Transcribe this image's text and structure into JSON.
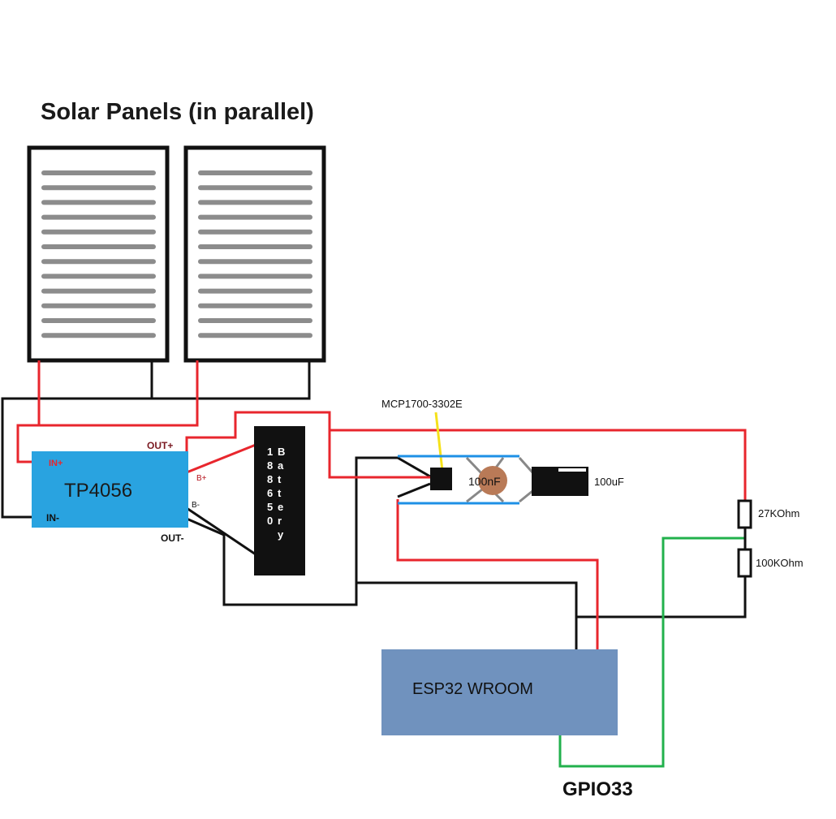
{
  "title": "Solar Panels (in parallel)",
  "tp4056": {
    "name": "TP4056",
    "in_plus": "IN+",
    "in_minus": "IN-",
    "out_plus": "OUT+",
    "out_minus": "OUT-",
    "b_plus": "B+",
    "b_minus": "B-"
  },
  "battery": {
    "col1": [
      "1",
      "8",
      "8",
      "6",
      "5",
      "0"
    ],
    "col2": [
      "B",
      "a",
      "t",
      "t",
      "e",
      "r",
      "y"
    ]
  },
  "regulator": {
    "name": "MCP1700-3302E"
  },
  "cap_ceramic": {
    "label": "100nF"
  },
  "cap_electrolytic": {
    "label": "100uF"
  },
  "resistor_top": {
    "label": "27KOhm"
  },
  "resistor_bottom": {
    "label": "100KOhm"
  },
  "esp32": {
    "name": "ESP32 WROOM"
  },
  "gpio": {
    "label": "GPIO33"
  },
  "colors": {
    "positive_wire": "#e8262d",
    "ground_wire": "#111111",
    "sense_wire": "#22b14c",
    "regulator_wire": "#f5e11a",
    "cap_bus": "#1e90e6",
    "tp4056_board": "#29a3e0",
    "esp32_board": "#7092be",
    "ceramic_cap": "#b97a57"
  }
}
